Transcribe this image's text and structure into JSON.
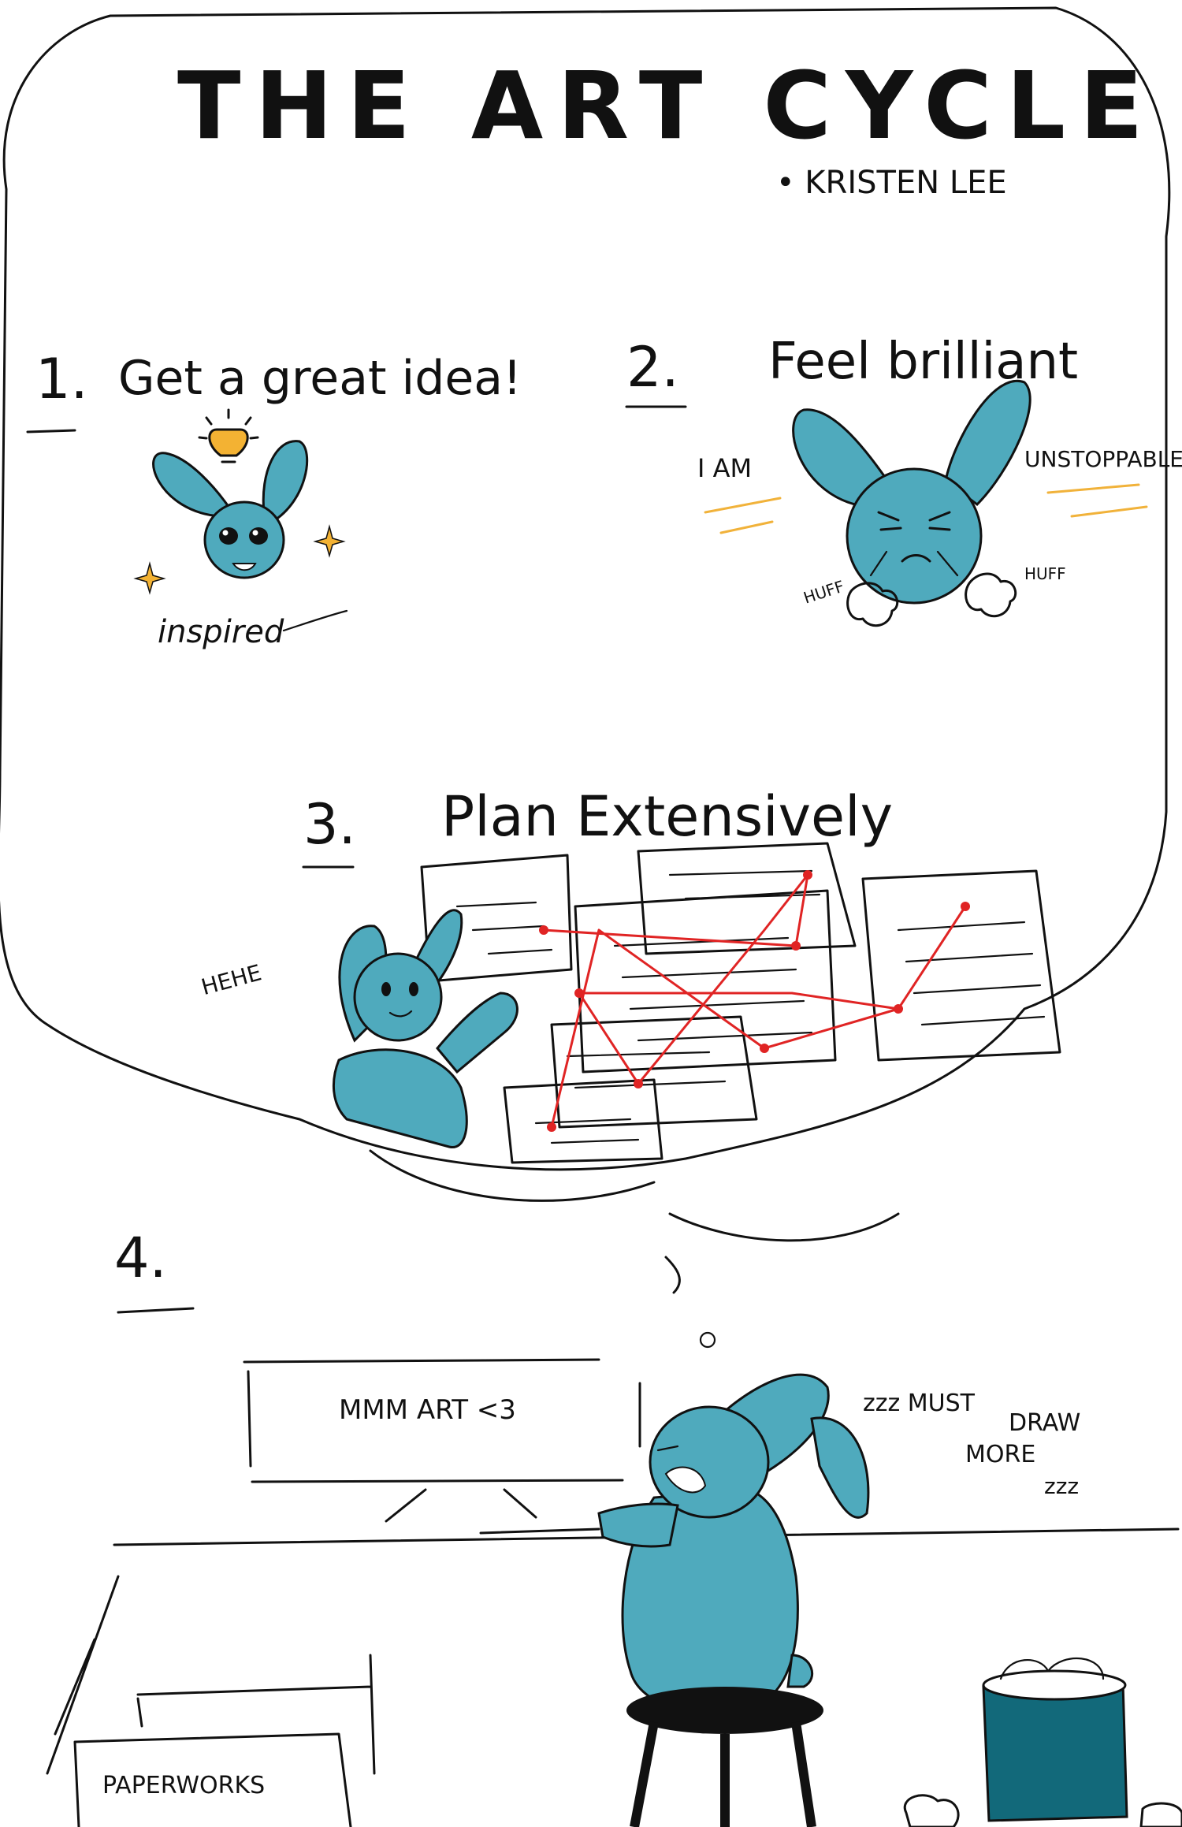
{
  "title": "THE ART CYCLE",
  "author": "• KRISTEN LEE",
  "colors": {
    "bunny": "#4faabd",
    "accent_gold": "#f3b233",
    "plan_line": "#e02424",
    "bin": "#12697a",
    "ink": "#111111"
  },
  "steps": [
    {
      "number": "1.",
      "heading": "Get a great idea!",
      "caption": "inspired"
    },
    {
      "number": "2.",
      "heading": "Feel brilliant",
      "left_text": "I AM",
      "right_text": "UNSTOPPABLE",
      "puff_left": "HUFF",
      "puff_right": "HUFF"
    },
    {
      "number": "3.",
      "heading": "Plan Extensively",
      "aside": "HEHE"
    },
    {
      "number": "4.",
      "screen_text": "MMM ART <3",
      "sleep_lines": [
        "zzz MUST",
        "DRAW",
        "MORE",
        "zzz"
      ],
      "box_label": "PAPERWORKS"
    }
  ],
  "icons": [
    "lightbulb-icon",
    "sparkle-icon",
    "thought-cloud",
    "wastebin-icon"
  ]
}
